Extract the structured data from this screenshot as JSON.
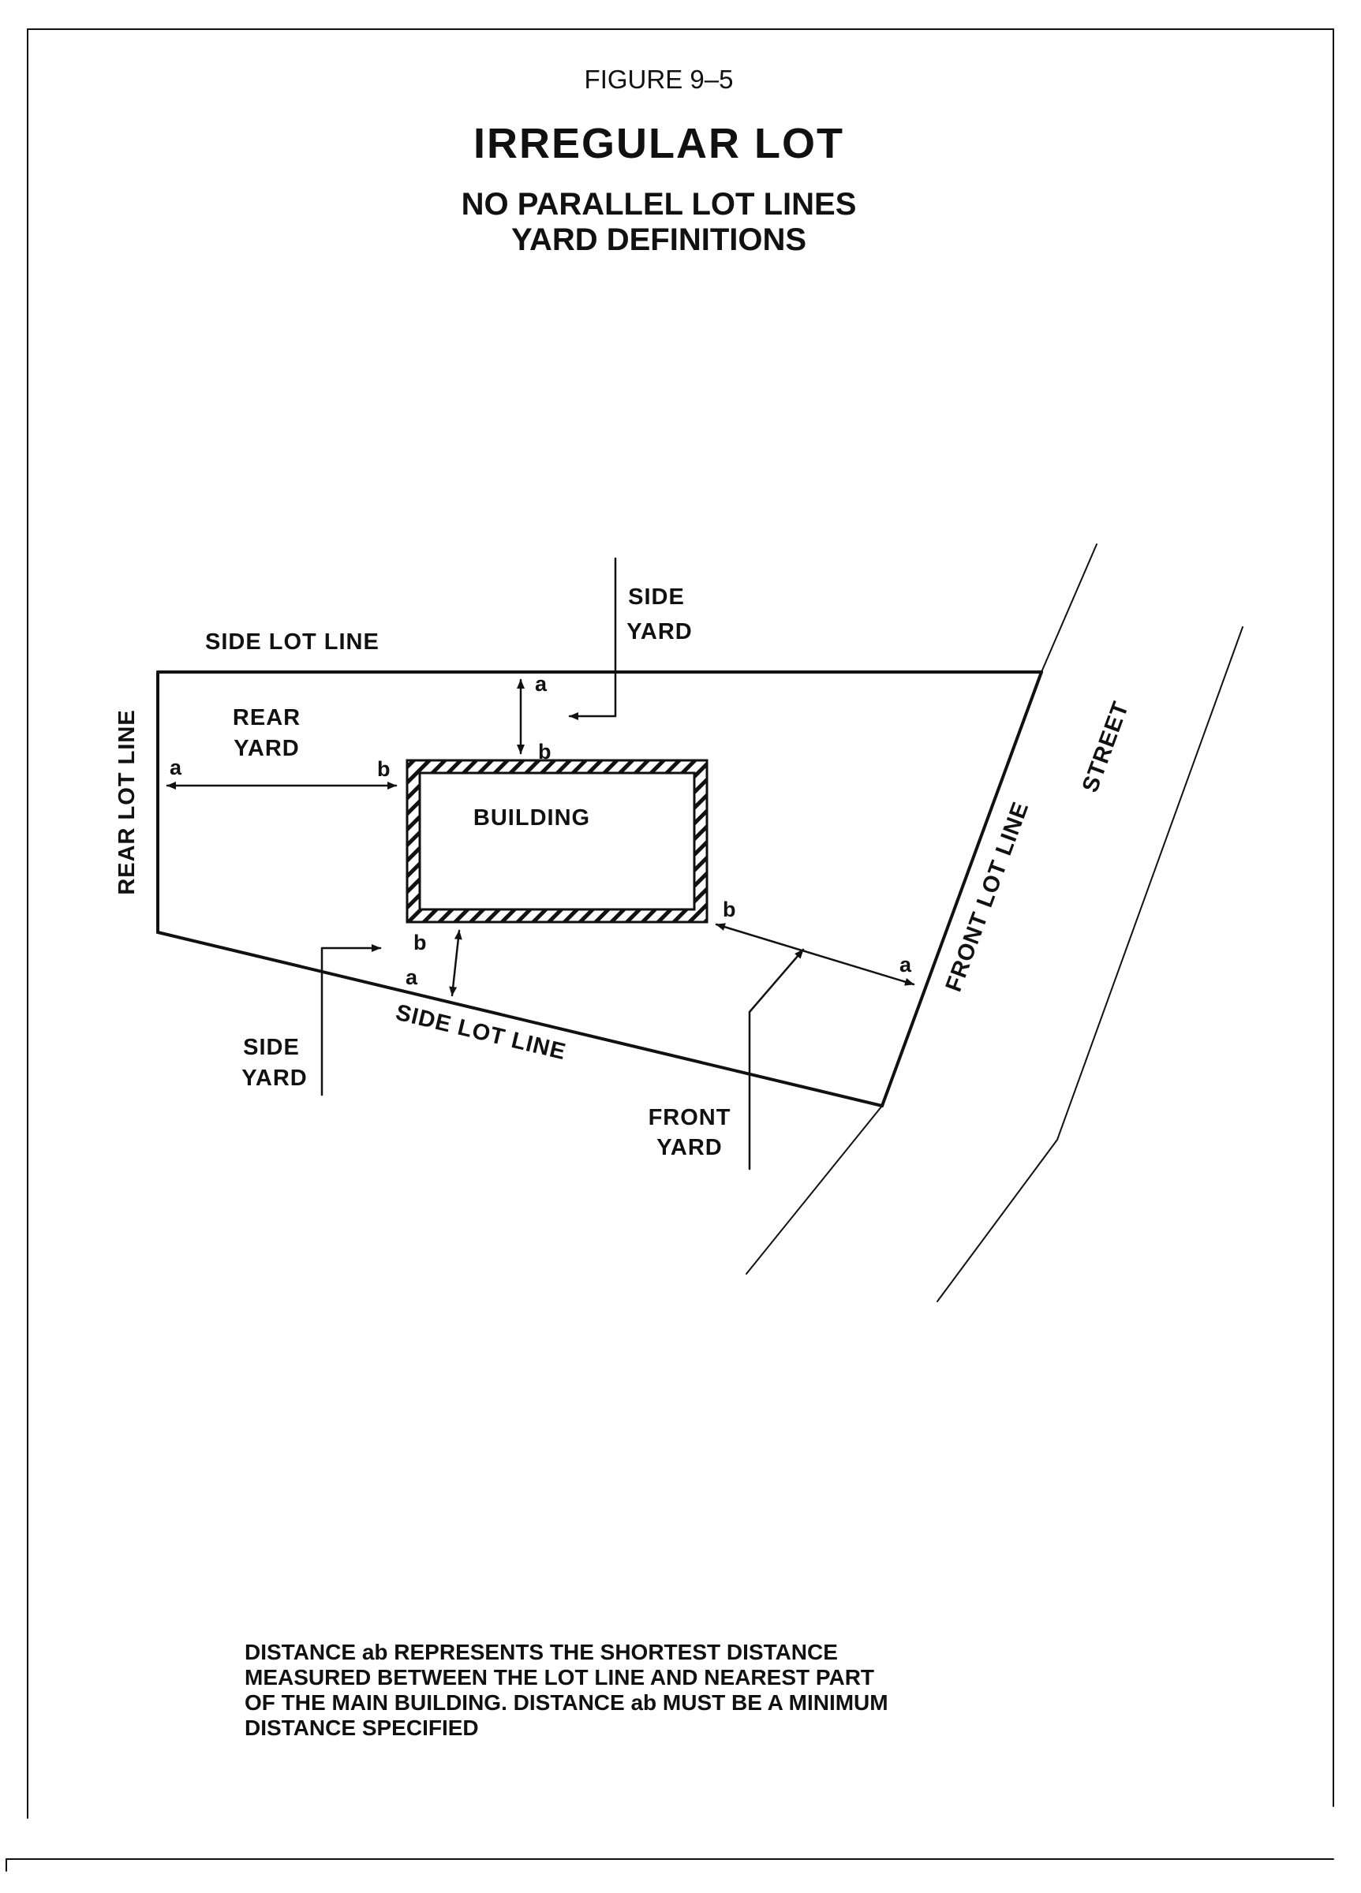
{
  "figure": {
    "number": "FIGURE 9–5",
    "title": "IRREGULAR LOT",
    "subtitle_lines": [
      "NO PARALLEL LOT LINES",
      "YARD DEFINITIONS"
    ]
  },
  "diagram": {
    "lot_lines": {
      "side_top": "SIDE LOT LINE",
      "side_bottom": "SIDE LOT LINE",
      "rear": "REAR LOT LINE",
      "front": "FRONT LOT LINE"
    },
    "yards": {
      "rear": [
        "REAR",
        "YARD"
      ],
      "side_top": [
        "SIDE",
        "YARD"
      ],
      "side_bottom": [
        "SIDE",
        "YARD"
      ],
      "front": [
        "FRONT",
        "YARD"
      ]
    },
    "building": "BUILDING",
    "street": "STREET",
    "point_a": "a",
    "point_b": "b"
  },
  "note_lines": [
    "DISTANCE ab REPRESENTS THE SHORTEST DISTANCE",
    "MEASURED BETWEEN THE LOT LINE AND NEAREST PART",
    "OF THE MAIN BUILDING. DISTANCE ab MUST BE A MINIMUM",
    "DISTANCE SPECIFIED"
  ]
}
